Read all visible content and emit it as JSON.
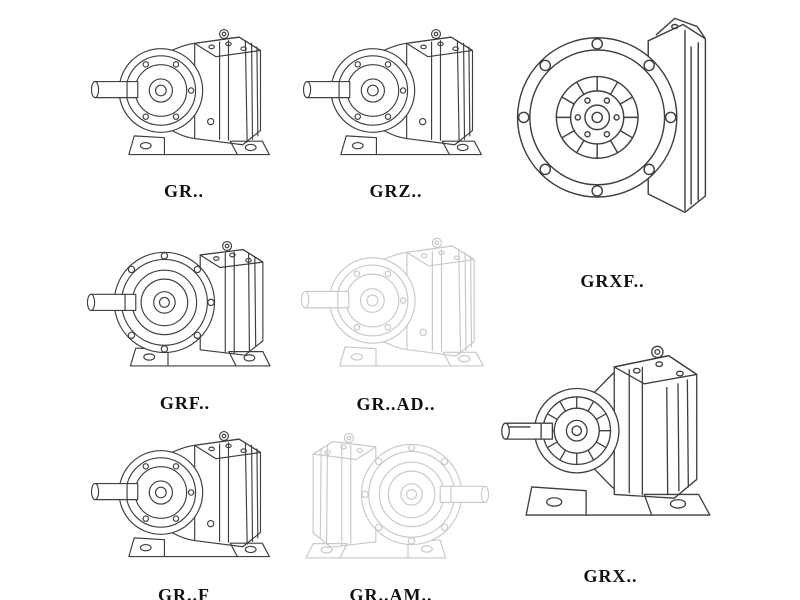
{
  "page": {
    "background": "#ffffff"
  },
  "colors": {
    "line": "#3f3f3f",
    "ghost_line": "#c9c9c9",
    "label_text": "#111111"
  },
  "models": [
    {
      "label": "GR..",
      "rendering": "solid"
    },
    {
      "label": "GRZ..",
      "rendering": "solid"
    },
    {
      "label": "GRXF..",
      "rendering": "solid"
    },
    {
      "label": "GRF..",
      "rendering": "solid"
    },
    {
      "label": "GR..AD..",
      "rendering": "ghost"
    },
    {
      "label": "GR..F",
      "rendering": "solid"
    },
    {
      "label": "GR..AM..",
      "rendering": "ghost"
    },
    {
      "label": "GRX..",
      "rendering": "solid"
    }
  ]
}
